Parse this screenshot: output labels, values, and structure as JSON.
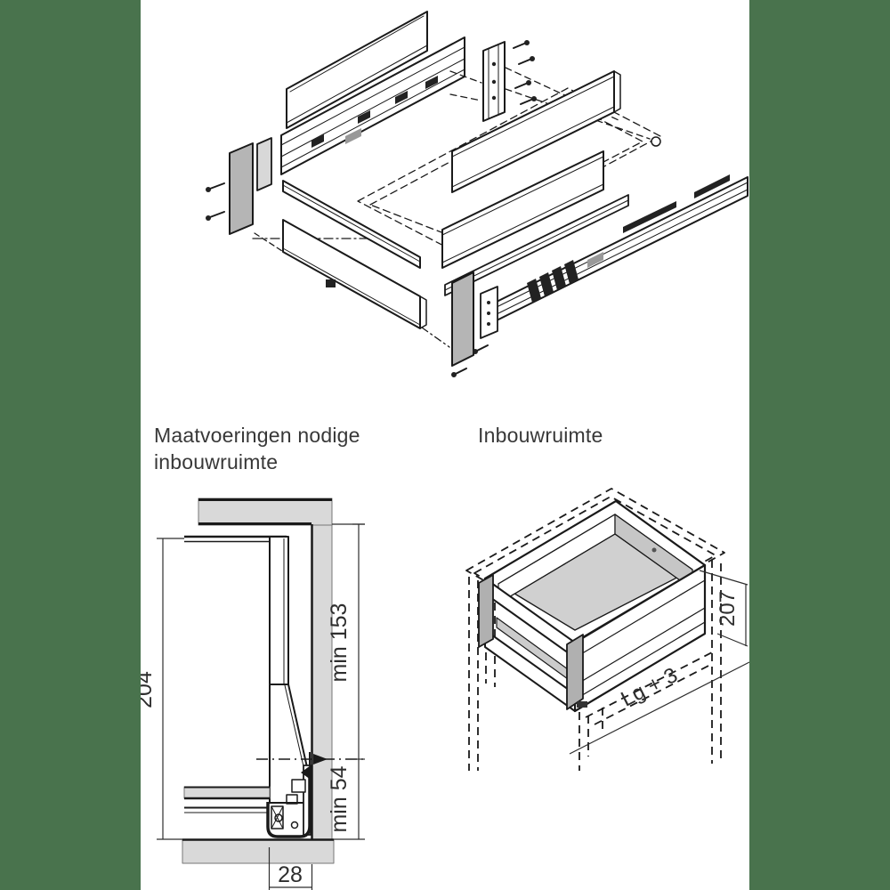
{
  "page": {
    "background": "#ffffff",
    "margin_bar_color": "#49734d"
  },
  "sections": {
    "left_heading_line1": "Maatvoeringen nodige",
    "left_heading_line2": "inbouwruimte",
    "right_heading": "Inbouwruimte"
  },
  "cross_section": {
    "overall_height": "204",
    "min_space_top": "min 153",
    "min_space_bottom": "min 54",
    "bottom_offset": "28"
  },
  "installation": {
    "height": "207",
    "depth": "Lg + 3"
  },
  "colors": {
    "line": "#1a1a1a",
    "panel_gray": "#d9d9d9",
    "bracket_gray": "#b5b5b5",
    "interior_gray": "#d0d0d0",
    "text": "#2e2e2e"
  }
}
